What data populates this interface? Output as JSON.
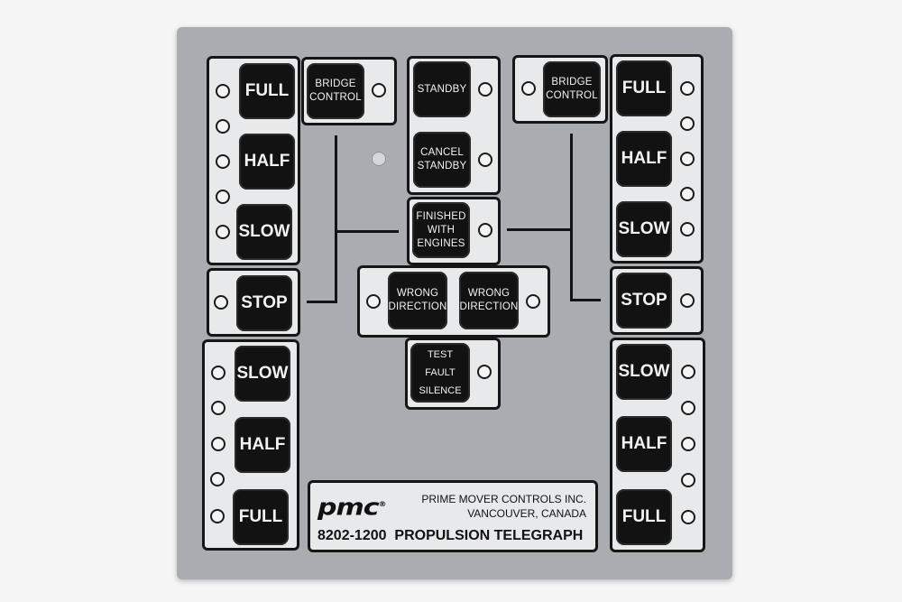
{
  "buttons": {
    "full": "FULL",
    "half": "HALF",
    "slow": "SLOW",
    "stop": "STOP",
    "bridge_control": "BRIDGE CONTROL",
    "standby": "STANDBY",
    "cancel_standby": "CANCEL STANDBY",
    "finished_with_engines": "FINISHED WITH ENGINES",
    "wrong_direction": "WRONG DIRECTION",
    "test": "TEST",
    "fault": "FAULT",
    "silence": "SILENCE"
  },
  "nameplate": {
    "logo": "pmc",
    "registered": "®",
    "company": "PRIME MOVER CONTROLS INC.",
    "location": "VANCOUVER, CANADA",
    "model_number": "8202-1200",
    "product": "PROPULSION TELEGRAPH"
  },
  "colors": {
    "plate": "#a9acb1",
    "panel": "#e8e9ea",
    "button": "#121212",
    "background": "#f5f5f6"
  }
}
